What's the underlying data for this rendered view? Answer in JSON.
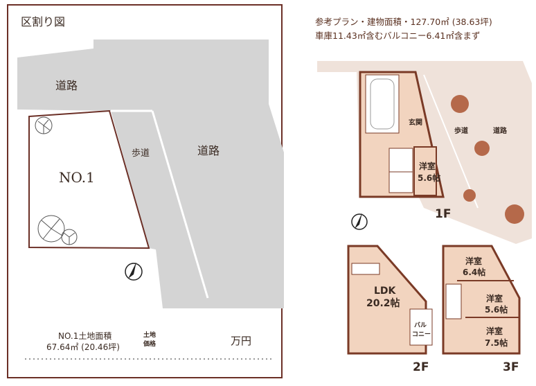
{
  "left_panel": {
    "title": "区割り図",
    "road_top": "道路",
    "road_right": "道路",
    "sidewalk": "歩道",
    "lot_name": "NO.1",
    "area_label": "NO.1土地面積",
    "area_value": "67.64㎡ (20.46坪)",
    "price_label_line1": "土地",
    "price_label_line2": "価格",
    "price_unit": "万円"
  },
  "right_panel": {
    "heading_line1": "参考プラン・建物面積・127.70㎡ (38.63坪)",
    "heading_line2": "車庫11.43㎡含むバルコニー6.41㎡含まず",
    "floor1": {
      "label": "1F",
      "room": "洋室",
      "room_size": "5.6帖",
      "entrance": "玄関",
      "sidewalk": "歩道",
      "road": "道路"
    },
    "floor2": {
      "label": "2F",
      "room": "LDK",
      "room_size": "20.2帖",
      "balcony_line1": "バル",
      "balcony_line2": "コニー"
    },
    "floor3": {
      "label": "3F",
      "rooms": [
        {
          "name": "洋室",
          "size": "6.4帖"
        },
        {
          "name": "洋室",
          "size": "5.6帖"
        },
        {
          "name": "洋室",
          "size": "7.5帖"
        }
      ]
    },
    "north": "N"
  },
  "colors": {
    "frame": "#6b2f26",
    "road_gray": "#d4d4d4",
    "sidewalk_pink": "#efe2da",
    "floor_fill": "#f2d4bf",
    "wall": "#7a3a26",
    "tree": "#b5694a"
  }
}
